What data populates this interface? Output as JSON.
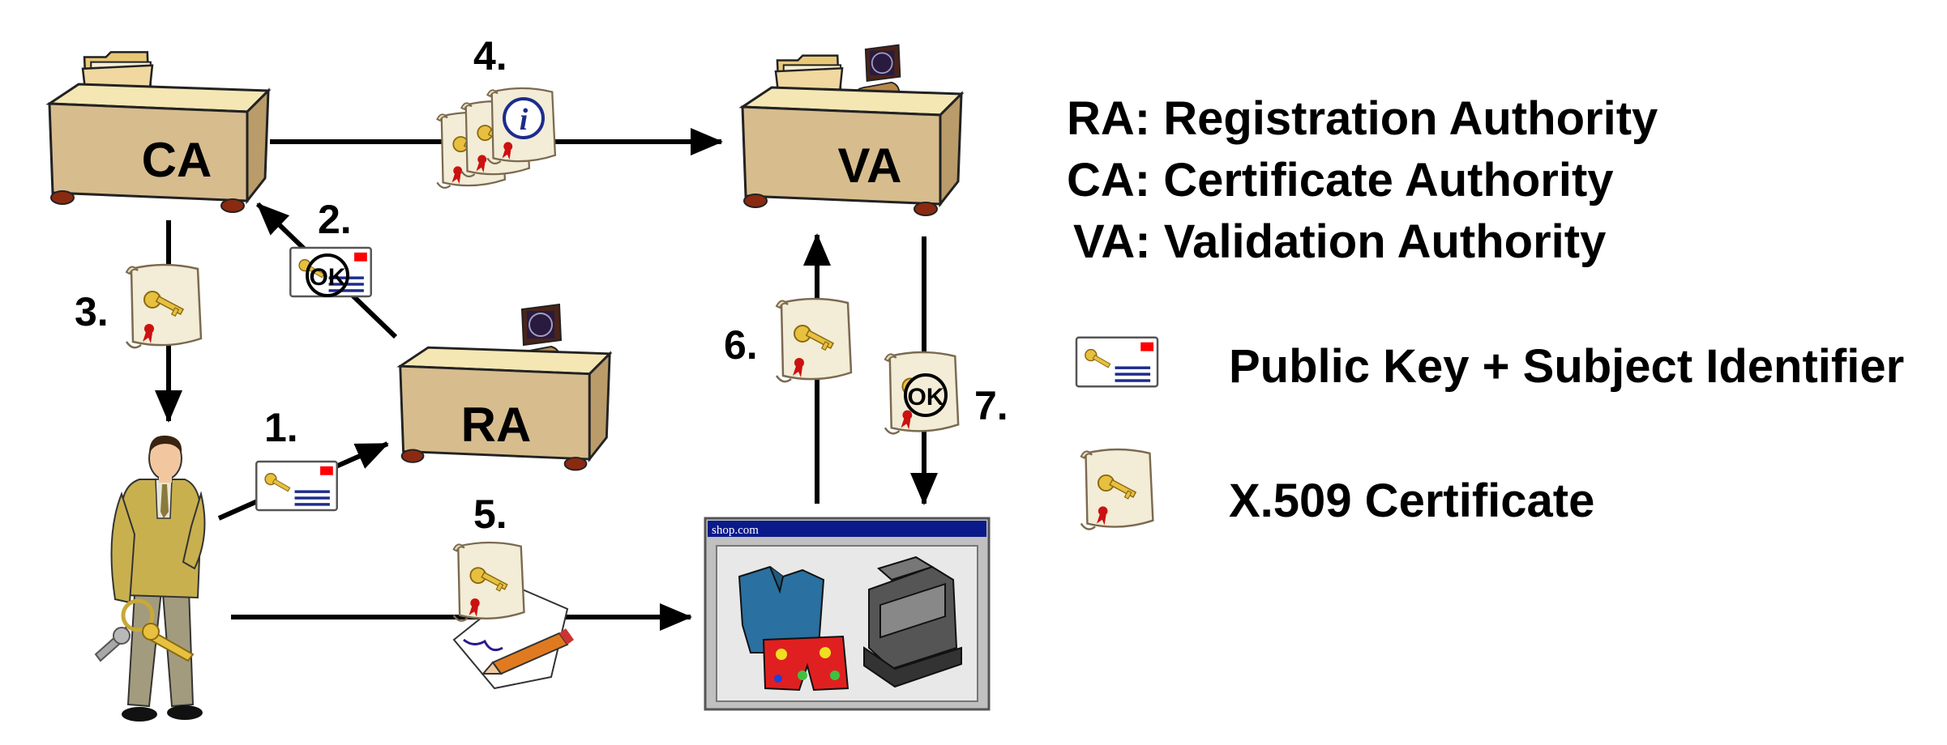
{
  "entities": {
    "ca": "CA",
    "va": "VA",
    "ra": "RA",
    "shop_title": "shop.com"
  },
  "steps": [
    "1.",
    "2.",
    "3.",
    "4.",
    "5.",
    "6.",
    "7."
  ],
  "legend": {
    "definitions": [
      "RA: Registration Authority",
      "CA: Certificate Authority",
      "VA: Validation Authority"
    ],
    "symbols": [
      {
        "icon": "public-key-card-icon",
        "label": "Public Key + Subject Identifier"
      },
      {
        "icon": "certificate-scroll-icon",
        "label": "X.509 Certificate"
      }
    ]
  },
  "stamp_text": "OK",
  "info_symbol": "i",
  "colors": {
    "desk_body": "#d7bc8e",
    "desk_top": "#f4e7b4",
    "scroll": "#f3ecd6",
    "key": "#e8c040",
    "ribbon": "#cc1111",
    "card_red": "#ff0000",
    "card_lines": "#1c2c8c",
    "window_title": "#0a1a8a"
  }
}
